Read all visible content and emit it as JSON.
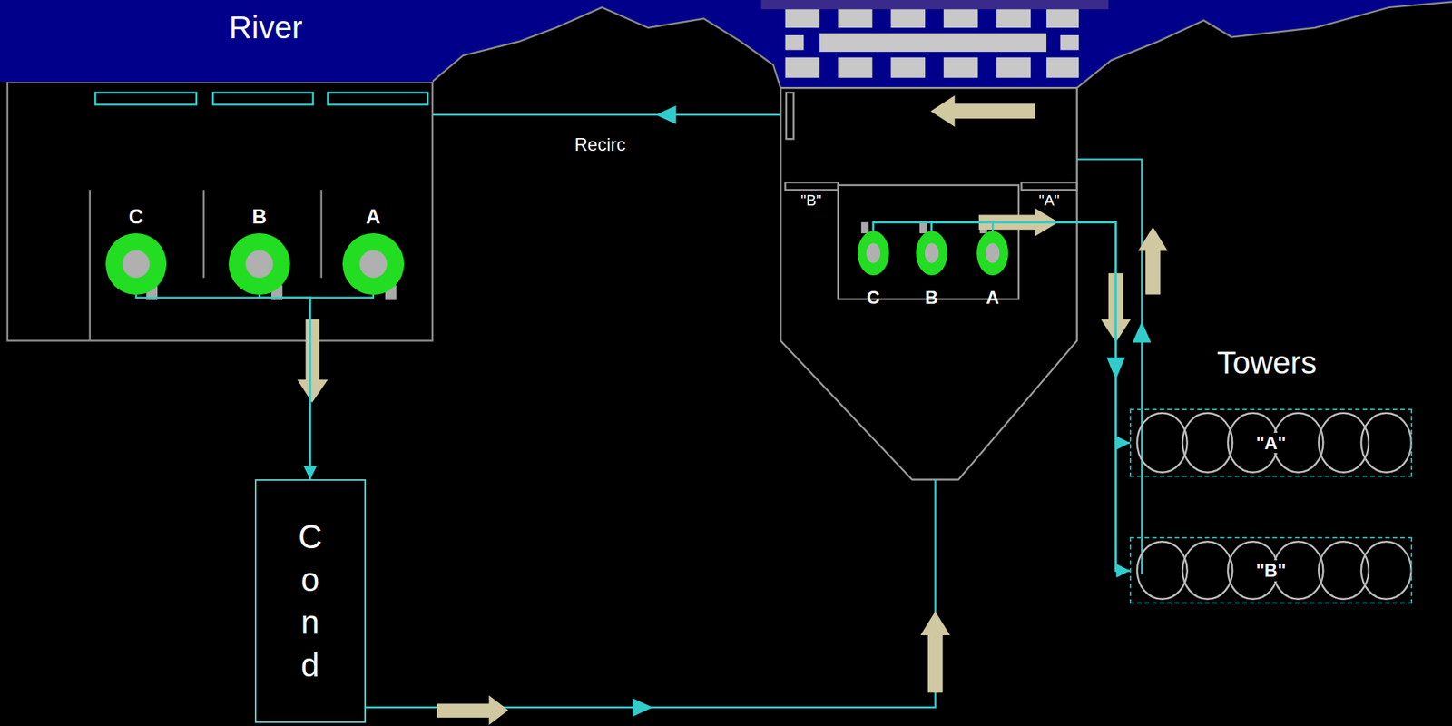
{
  "diagram": {
    "nodes": [
      {
        "text": [
          "River"
        ]
      },
      {
        "text": [
          "C"
        ]
      },
      {
        "text": [
          "B"
        ]
      },
      {
        "text": [
          "A"
        ]
      },
      {
        "text": [
          "Cond"
        ]
      },
      {
        "text": [
          "C"
        ]
      },
      {
        "text": [
          "B"
        ]
      },
      {
        "text": [
          "A"
        ]
      },
      {
        "text": [
          "\"A\""
        ]
      },
      {
        "text": [
          "\"B\""
        ]
      }
    ],
    "edges": [
      {
        "from": 1,
        "to": 4,
        "arrow": "to"
      },
      {
        "from": 2,
        "to": 4,
        "arrow": "to"
      },
      {
        "from": 3,
        "to": 4,
        "arrow": "to"
      },
      {
        "from": 5,
        "to": 8,
        "arrow": "to"
      },
      {
        "from": 6,
        "to": 8,
        "arrow": "to"
      },
      {
        "from": 7,
        "to": 8,
        "arrow": "to"
      },
      {
        "from": 5,
        "to": 9,
        "arrow": "to"
      },
      {
        "from": 6,
        "to": 9,
        "arrow": "to"
      },
      {
        "from": 7,
        "to": 9,
        "arrow": "to"
      }
    ],
    "labels": [
      "Recirc",
      "\"B\"",
      "\"A\"",
      "Towers"
    ]
  }
}
